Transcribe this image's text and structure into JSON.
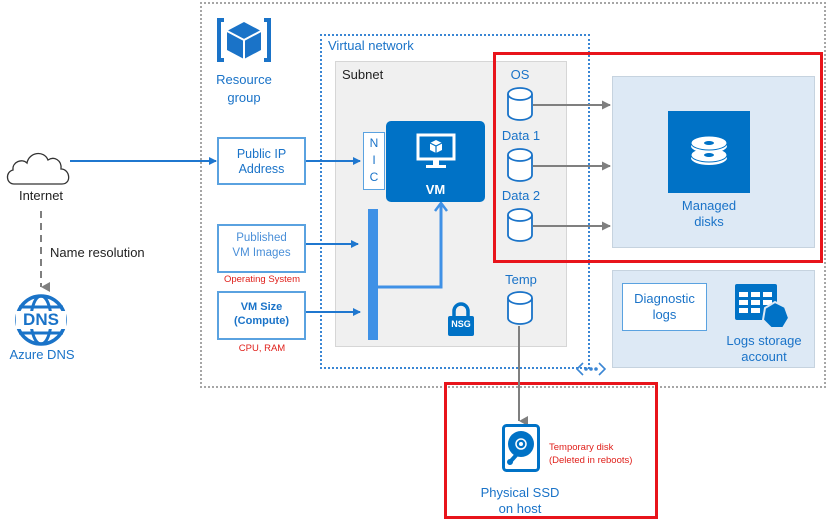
{
  "internet": {
    "label": "Internet"
  },
  "dns": {
    "label": "Azure DNS",
    "icon_text": "DNS",
    "edge_label": "Name resolution"
  },
  "resource_group": {
    "label_line1": "Resource",
    "label_line2": "group"
  },
  "public_ip": {
    "line1": "Public IP",
    "line2": "Address"
  },
  "published_images": {
    "line1": "Published",
    "line2": "VM Images",
    "note": "Operating System"
  },
  "vm_size": {
    "line1": "VM Size",
    "line2": "(Compute)",
    "note": "CPU, RAM"
  },
  "virtual_network": {
    "label": "Virtual network"
  },
  "subnet": {
    "label": "Subnet"
  },
  "nic": {
    "letters": [
      "N",
      "I",
      "C"
    ]
  },
  "vm": {
    "label": "VM"
  },
  "nsg": {
    "label": "NSG"
  },
  "disks": [
    {
      "label": "OS"
    },
    {
      "label": "Data 1"
    },
    {
      "label": "Data 2"
    },
    {
      "label": "Temp"
    }
  ],
  "managed_disks": {
    "line1": "Managed",
    "line2": "disks"
  },
  "diagnostic_logs": {
    "line1": "Diagnostic",
    "line2": "logs"
  },
  "logs_storage": {
    "line1": "Logs storage",
    "line2": "account"
  },
  "physical_ssd": {
    "line1": "Physical SSD",
    "line2": "on host"
  },
  "temporary_disk": {
    "line1": "Temporary disk",
    "line2": "(Deleted in reboots)"
  },
  "colors": {
    "azure_blue": "#0072c6",
    "accent_blue": "#3f91e6",
    "highlight_red": "#e8141b",
    "arrow_gray": "#7f7f7f",
    "subnet_bg": "#f0f0f0",
    "panel_bg": "#dde9f5"
  }
}
